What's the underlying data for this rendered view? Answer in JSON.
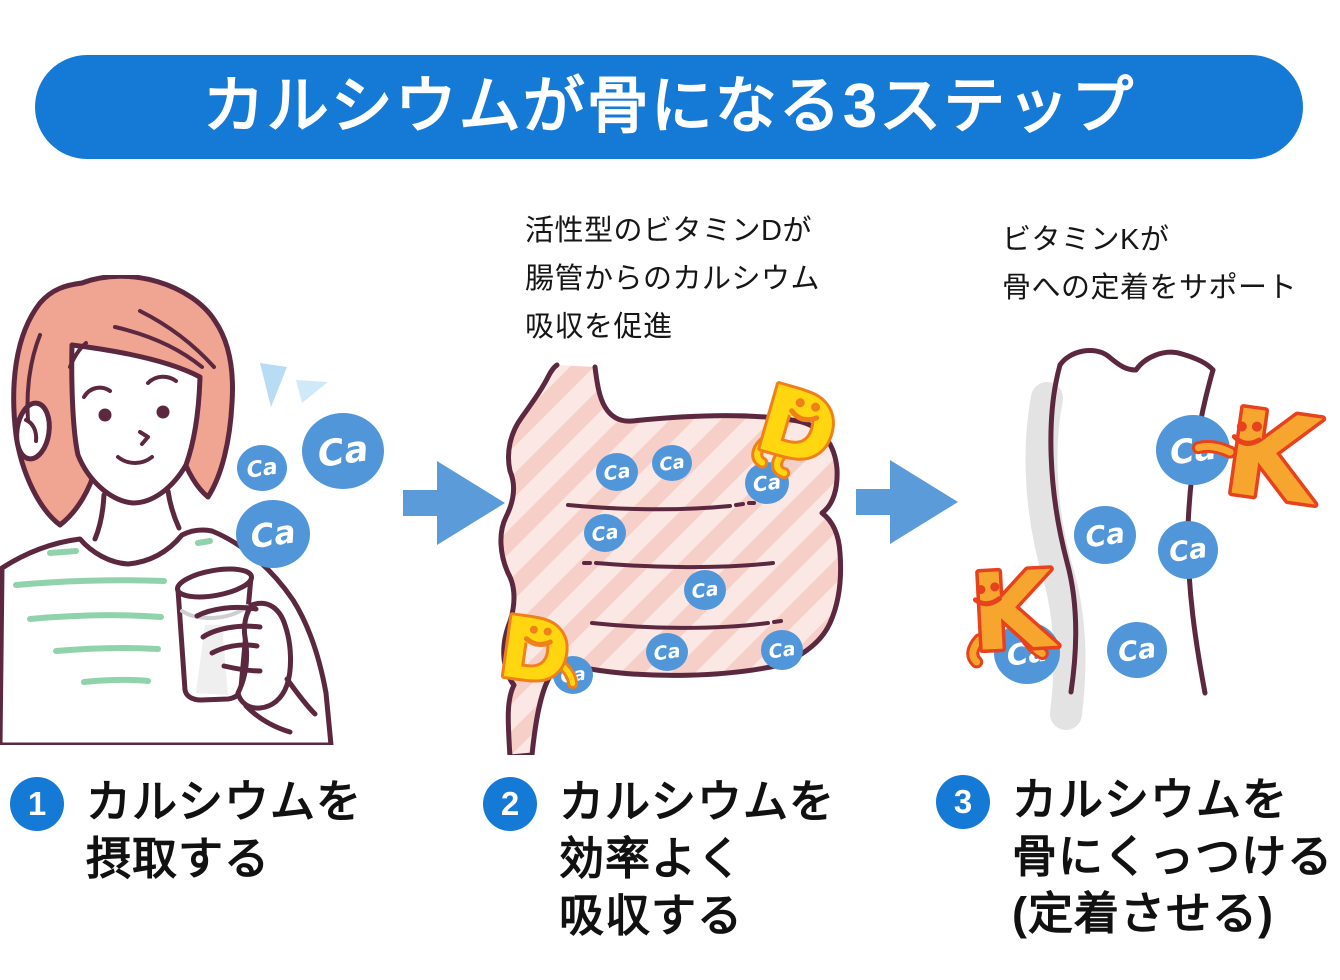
{
  "title": "カルシウムが骨になる3ステップ",
  "labels": {
    "ca": "Ca",
    "vitamin_d": "D",
    "vitamin_k": "K"
  },
  "annotations": {
    "vitamin_d": {
      "line1": "活性型のビタミンDが",
      "line2": "腸管からのカルシウム",
      "line3": "吸収を促進"
    },
    "vitamin_k": {
      "line1": "ビタミンKが",
      "line2": "骨への定着をサポート"
    }
  },
  "steps": [
    {
      "number": "1",
      "lines": [
        "カルシウムを",
        "摂取する",
        ""
      ]
    },
    {
      "number": "2",
      "lines": [
        "カルシウムを",
        "効率よく",
        "吸収する"
      ]
    },
    {
      "number": "3",
      "lines": [
        "カルシウムを",
        "骨にくっつける",
        "(定着させる)"
      ]
    }
  ],
  "colors": {
    "primary_blue": "#1579d6",
    "ca_bubble_blue": "#5096d9",
    "arrow_blue": "#5b9bda",
    "outline_maroon": "#5c2840",
    "hair_pink": "#f0a593",
    "shirt_stripe_green": "#90d2ac",
    "intestine_pink": "#f6d0c8",
    "vitamin_d_yellow": "#ffd60f",
    "vitamin_d_outline_orange": "#f08019",
    "vitamin_k_orange": "#f6a62e",
    "vitamin_k_outline_red": "#e8411e",
    "bone_gray": "#e3e3e3",
    "sparkle_light_blue": "#b8dcf4"
  }
}
